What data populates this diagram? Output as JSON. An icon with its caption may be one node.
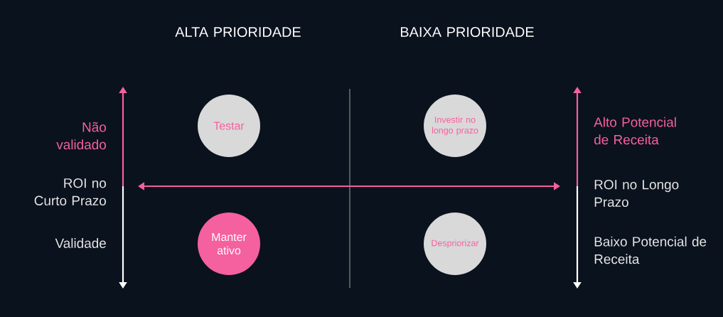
{
  "diagram": {
    "nodes": [
      {
        "text": [
          "Testar"
        ]
      },
      {
        "text": [
          "Investir no longo prazo"
        ]
      },
      {
        "text": [
          "Manter ativo"
        ]
      },
      {
        "text": [
          "Despriorizar"
        ]
      }
    ],
    "labels": [
      "ALTA PRIORIDADE",
      "BAIXA PRIORIDADE",
      "Não validado",
      "Alto Potencial de Receita",
      "ROI no Curto Prazo",
      "ROI no Longo Prazo",
      "Validade",
      "Baixo Potencial de Receita"
    ]
  }
}
